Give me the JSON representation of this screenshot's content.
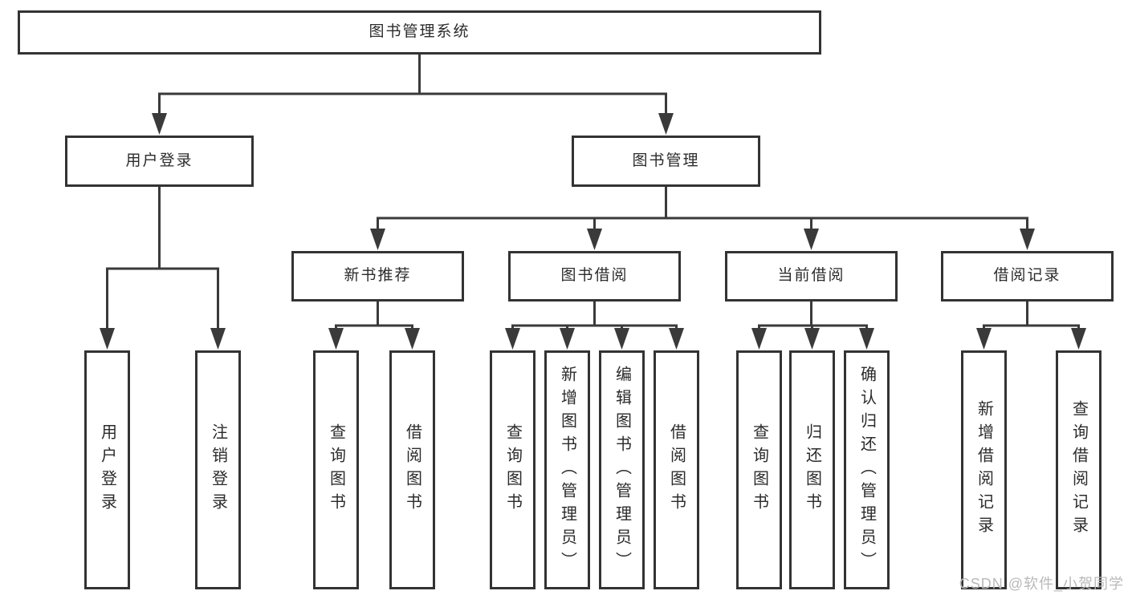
{
  "diagram": {
    "title": "图书管理系统",
    "root": "图书管理系统",
    "level2": [
      "用户登录",
      "图书管理"
    ],
    "level3": [
      "新书推荐",
      "图书借阅",
      "当前借阅",
      "借阅记录"
    ],
    "leaves": [
      "用户登录",
      "注销登录",
      "查询图书",
      "借阅图书",
      "查询图书",
      "新增图书（管理员）",
      "编辑图书（管理员）",
      "借阅图书",
      "查询图书",
      "归还图书",
      "确认归还（管理员）",
      "新增借阅记录",
      "查询借阅记录"
    ]
  },
  "watermark": "CSDN @软件_小贺同学",
  "colors": {
    "line": "#3a3a3a",
    "box_border": "#333333",
    "text": "#2b2b2b",
    "watermark": "#b9b9b9",
    "background": "#ffffff"
  }
}
